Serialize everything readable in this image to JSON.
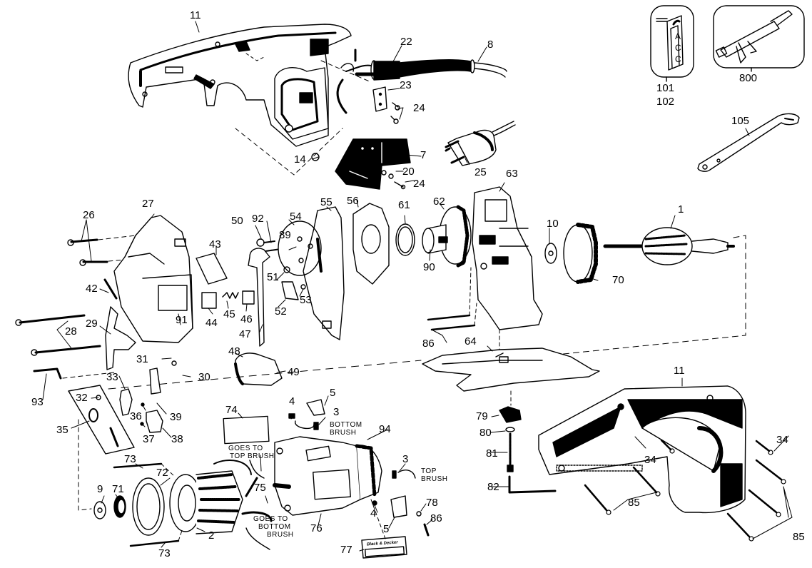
{
  "diagram": {
    "title": "",
    "background": "#ffffff",
    "ink": "#000000",
    "part_labels": [
      {
        "id": "p11a",
        "text": "11"
      },
      {
        "id": "p22",
        "text": "22"
      },
      {
        "id": "p8",
        "text": "8"
      },
      {
        "id": "p23",
        "text": "23"
      },
      {
        "id": "p24a",
        "text": "24"
      },
      {
        "id": "p14",
        "text": "14"
      },
      {
        "id": "p7",
        "text": "7"
      },
      {
        "id": "p20",
        "text": "20"
      },
      {
        "id": "p24b",
        "text": "24"
      },
      {
        "id": "p25",
        "text": "25"
      },
      {
        "id": "p63",
        "text": "63"
      },
      {
        "id": "p101",
        "text": "101"
      },
      {
        "id": "p102",
        "text": "102"
      },
      {
        "id": "p800",
        "text": "800"
      },
      {
        "id": "p105",
        "text": "105"
      },
      {
        "id": "p26",
        "text": "26"
      },
      {
        "id": "p27",
        "text": "27"
      },
      {
        "id": "p43",
        "text": "43"
      },
      {
        "id": "p50",
        "text": "50"
      },
      {
        "id": "p92",
        "text": "92"
      },
      {
        "id": "p89",
        "text": "89"
      },
      {
        "id": "p54",
        "text": "54"
      },
      {
        "id": "p55",
        "text": "55"
      },
      {
        "id": "p56",
        "text": "56"
      },
      {
        "id": "p61",
        "text": "61"
      },
      {
        "id": "p62",
        "text": "62"
      },
      {
        "id": "p90",
        "text": "90"
      },
      {
        "id": "p10",
        "text": "10"
      },
      {
        "id": "p1",
        "text": "1"
      },
      {
        "id": "p70",
        "text": "70"
      },
      {
        "id": "p42",
        "text": "42"
      },
      {
        "id": "p91",
        "text": "91"
      },
      {
        "id": "p45",
        "text": "45"
      },
      {
        "id": "p46",
        "text": "46"
      },
      {
        "id": "p44",
        "text": "44"
      },
      {
        "id": "p51",
        "text": "51"
      },
      {
        "id": "p52",
        "text": "52"
      },
      {
        "id": "p53",
        "text": "53"
      },
      {
        "id": "p47",
        "text": "47"
      },
      {
        "id": "p28",
        "text": "28"
      },
      {
        "id": "p29",
        "text": "29"
      },
      {
        "id": "p31",
        "text": "31"
      },
      {
        "id": "p30",
        "text": "30"
      },
      {
        "id": "p48",
        "text": "48"
      },
      {
        "id": "p49",
        "text": "49"
      },
      {
        "id": "p86a",
        "text": "86"
      },
      {
        "id": "p64",
        "text": "64"
      },
      {
        "id": "p11b",
        "text": "11"
      },
      {
        "id": "p93",
        "text": "93"
      },
      {
        "id": "p33",
        "text": "33"
      },
      {
        "id": "p32",
        "text": "32"
      },
      {
        "id": "p36",
        "text": "36"
      },
      {
        "id": "p39",
        "text": "39"
      },
      {
        "id": "p35",
        "text": "35"
      },
      {
        "id": "p37",
        "text": "37"
      },
      {
        "id": "p38",
        "text": "38"
      },
      {
        "id": "p74",
        "text": "74"
      },
      {
        "id": "p4a",
        "text": "4"
      },
      {
        "id": "p5a",
        "text": "5"
      },
      {
        "id": "p3a",
        "text": "3"
      },
      {
        "id": "p94",
        "text": "94"
      },
      {
        "id": "p79",
        "text": "79"
      },
      {
        "id": "p80",
        "text": "80"
      },
      {
        "id": "p81",
        "text": "81"
      },
      {
        "id": "p82",
        "text": "82"
      },
      {
        "id": "p34a",
        "text": "34"
      },
      {
        "id": "p34b",
        "text": "34"
      },
      {
        "id": "p73a",
        "text": "73"
      },
      {
        "id": "p72",
        "text": "72"
      },
      {
        "id": "p75",
        "text": "75"
      },
      {
        "id": "p3b",
        "text": "3"
      },
      {
        "id": "p9",
        "text": "9"
      },
      {
        "id": "p71",
        "text": "71"
      },
      {
        "id": "p78",
        "text": "78"
      },
      {
        "id": "p4b",
        "text": "4"
      },
      {
        "id": "p86b",
        "text": "86"
      },
      {
        "id": "p5b",
        "text": "5"
      },
      {
        "id": "p2",
        "text": "2"
      },
      {
        "id": "p76",
        "text": "76"
      },
      {
        "id": "p85a",
        "text": "85"
      },
      {
        "id": "p85b",
        "text": "85"
      },
      {
        "id": "p73b",
        "text": "73"
      },
      {
        "id": "p77",
        "text": "77"
      }
    ],
    "notes": {
      "goes_to_top_brush": [
        "GOES TO",
        "TOP BRUSH"
      ],
      "goes_to_bottom_brush": [
        "GOES TO",
        "BOTTOM",
        "BRUSH"
      ],
      "bottom_brush": [
        "BOTTOM",
        "BRUSH"
      ],
      "top_brush": [
        "TOP",
        "BRUSH"
      ]
    },
    "decals": {
      "acc_label": [
        "A",
        "C",
        "C"
      ],
      "nameplate": "Black & Decker"
    }
  }
}
